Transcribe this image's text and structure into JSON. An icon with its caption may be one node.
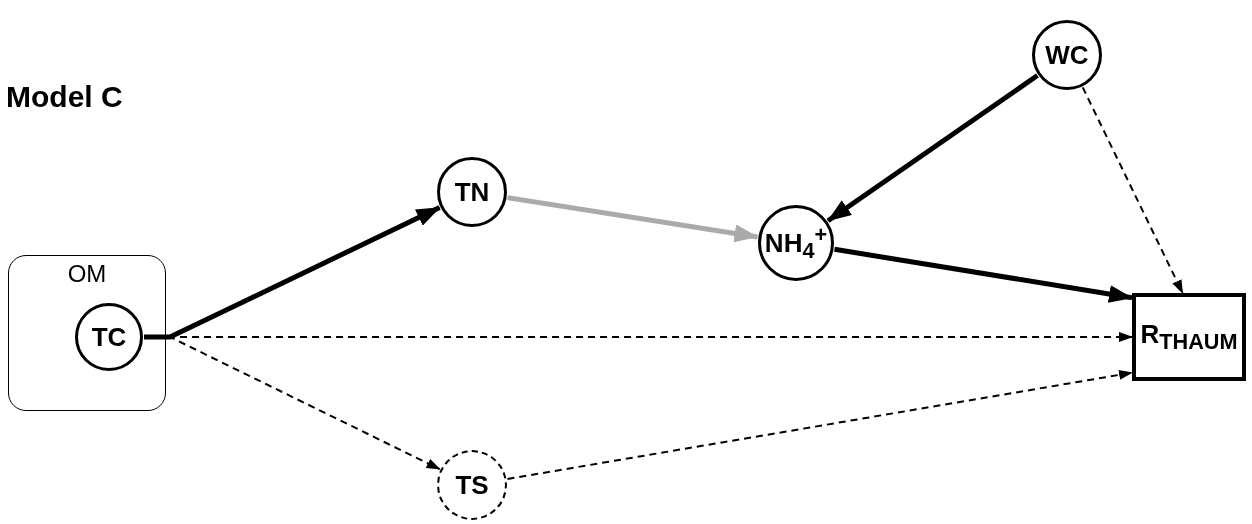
{
  "diagram": {
    "title": "Model C",
    "nodes": [
      {
        "text": [
          "OM"
        ]
      },
      {
        "text": [
          "TC"
        ],
        "in": 0
      },
      {
        "text": [
          "TN"
        ]
      },
      {
        "text": [
          "WC"
        ]
      },
      {
        "text": [
          "NH$_{4}$$^{+}$"
        ]
      },
      {
        "text": [
          "R$_{THAUM}$"
        ]
      },
      {
        "text": [
          "TS"
        ]
      }
    ],
    "edges": [
      {
        "from": 1,
        "to": 2,
        "arrow": "to",
        "style": "thick"
      },
      {
        "from": 2,
        "to": 4,
        "arrow": "to",
        "style": "thick",
        "color": "#aaaaaa"
      },
      {
        "from": 3,
        "to": 4,
        "arrow": "to",
        "style": "thick"
      },
      {
        "from": 4,
        "to": 5,
        "arrow": "to",
        "style": "thick"
      },
      {
        "from": 3,
        "to": 5,
        "arrow": "to",
        "style": "dashed"
      },
      {
        "from": 1,
        "to": 5,
        "arrow": "to",
        "style": "dashed"
      },
      {
        "from": 1,
        "to": 6,
        "arrow": "to",
        "style": "dashed"
      },
      {
        "from": 6,
        "to": 5,
        "arrow": "to",
        "style": "dashed"
      }
    ]
  }
}
